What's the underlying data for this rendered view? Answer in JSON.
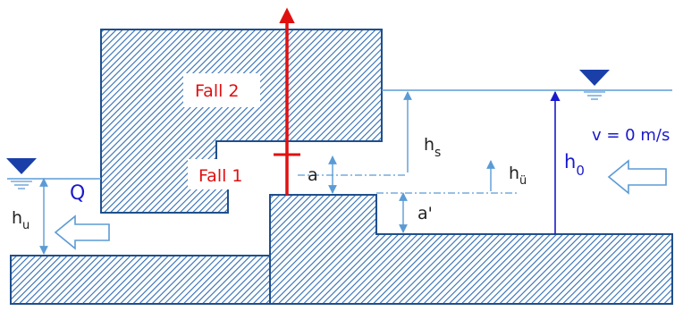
{
  "labels": {
    "case2": "Fall 2",
    "case1": "Fall 1",
    "hs_main": "h",
    "hs_sub": "s",
    "a": "a",
    "a_prime": "a'",
    "hu_main": "h",
    "hu_sub": "ü",
    "h0_main": "h",
    "h0_sub": "0",
    "velocity": "v = 0 m/s",
    "Q": "Q",
    "hd_main": "h",
    "hd_sub": "u"
  },
  "colors": {
    "hatch": "#2f6db5",
    "outline": "#1f4f8c",
    "water_line": "#5b9bd5",
    "dimension": "#5b9bd5",
    "gate": "#e01010",
    "h0_arrow": "#1a1acc",
    "label_red": "#e01010",
    "label_blue": "#1a1acc",
    "label_black": "#222222",
    "water_symbol": "#1a3fa8"
  },
  "icons": {
    "water_surface": "water-level-triangle-icon",
    "flow": "flow-arrow-icon"
  }
}
